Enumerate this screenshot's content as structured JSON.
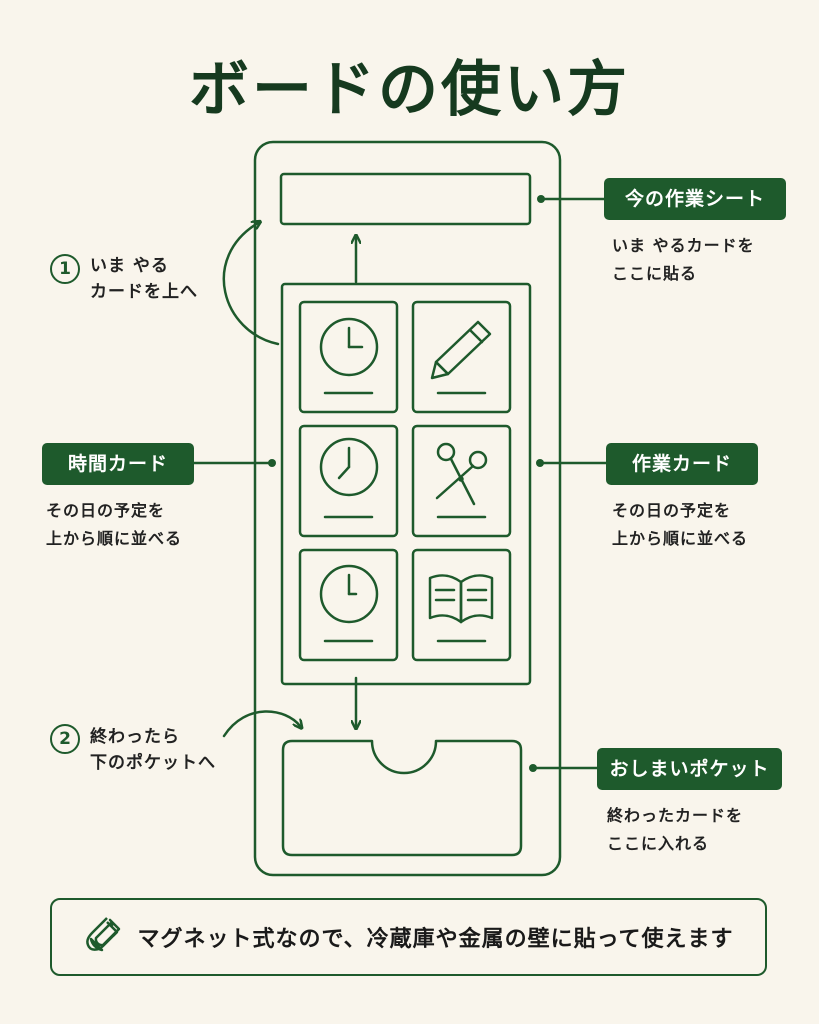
{
  "title": "ボードの使い方",
  "steps": [
    {
      "number": "1",
      "line1": "いま やる",
      "line2": "カードを上へ"
    },
    {
      "number": "2",
      "line1": "終わったら",
      "line2": "下のポケットへ"
    }
  ],
  "labels": {
    "work_sheet": {
      "name": "今の作業シート",
      "desc1": "いま やるカードを",
      "desc2": "ここに貼る"
    },
    "time_card": {
      "name": "時間カード",
      "desc1": "その日の予定を",
      "desc2": "上から順に並べる"
    },
    "task_card": {
      "name": "作業カード",
      "desc1": "その日の予定を",
      "desc2": "上から順に並べる"
    },
    "pocket": {
      "name": "おしまいポケット",
      "desc1": "終わったカードを",
      "desc2": "ここに入れる"
    }
  },
  "footer": {
    "text": "マグネット式なので、冷蔵庫や金属の壁に貼って使えます",
    "icon": "magnet-icon"
  },
  "card_icons": [
    "clock-icon",
    "pencil-icon",
    "clock-icon",
    "scissors-icon",
    "clock-icon",
    "book-icon"
  ],
  "colors": {
    "accent": "#1e5a2c",
    "background": "#f9f5ec"
  }
}
